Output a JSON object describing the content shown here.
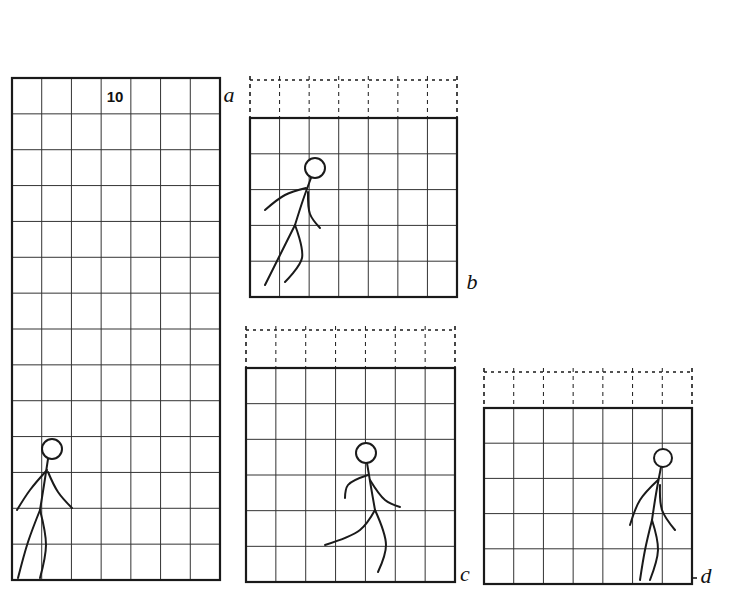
{
  "diagram": {
    "labels": [
      "10",
      "a",
      "b",
      "c",
      "d"
    ]
  }
}
